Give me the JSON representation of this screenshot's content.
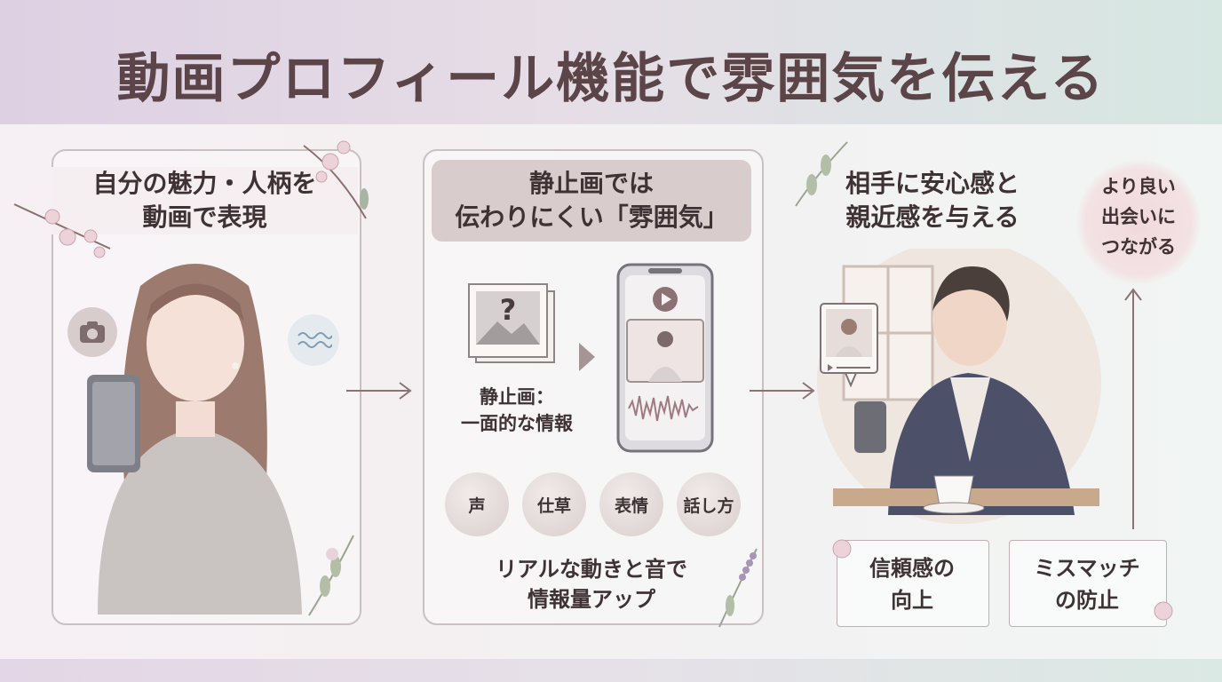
{
  "title": "動画プロフィール機能で雰囲気を伝える",
  "panel1": {
    "heading_line1": "自分の魅力・人柄を",
    "heading_line2": "動画で表現"
  },
  "panel2": {
    "heading_line1": "静止画では",
    "heading_line2": "伝わりにくい「雰囲気」",
    "still_caption_line1": "静止画：",
    "still_caption_line2": "一面的な情報",
    "photo_symbol": "?",
    "circles": [
      "声",
      "仕草",
      "表情",
      "話し方"
    ],
    "bottom_line1": "リアルな動きと音で",
    "bottom_line2": "情報量アップ"
  },
  "panel3": {
    "heading_line1": "相手に安心感と",
    "heading_line2": "親近感を与える",
    "benefit1_line1": "信頼感の",
    "benefit1_line2": "向上",
    "benefit2_line1": "ミスマッチ",
    "benefit2_line2": "の防止"
  },
  "goal": {
    "line1": "より良い",
    "line2": "出会いに",
    "line3": "つながる"
  },
  "icons": {
    "camera": "camera-icon",
    "wave": "sound-wave-icon",
    "play": "play-icon",
    "arrow": "arrow-right-icon"
  },
  "colors": {
    "accent": "#8d7275",
    "heading_box": "#d8cdcc"
  }
}
